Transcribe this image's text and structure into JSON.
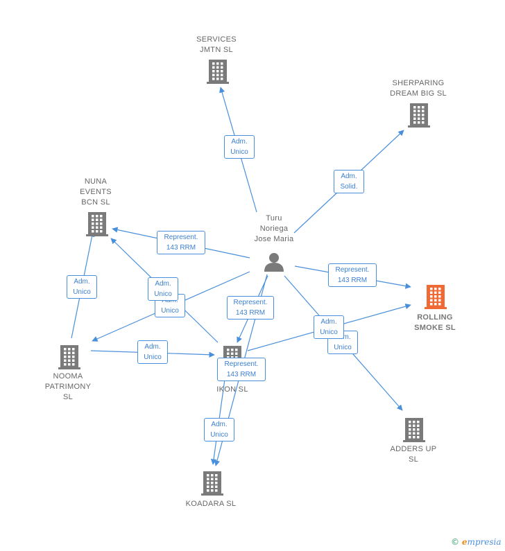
{
  "colors": {
    "edge": "#4a8fdb",
    "building": "#7a7a7a",
    "highlight": "#f06a35",
    "person": "#7a7a7a"
  },
  "person": {
    "label": "Turu\nNoriega\nJose Maria",
    "icon": "person-icon"
  },
  "companies": [
    {
      "id": "services",
      "label": "SERVICES\nJMTN  SL",
      "icon": "building-icon"
    },
    {
      "id": "sherparing",
      "label": "SHERPARING\nDREAM BIG  SL",
      "icon": "building-icon"
    },
    {
      "id": "nuna",
      "label": "NUNA\nEVENTS\nBCN  SL",
      "icon": "building-icon"
    },
    {
      "id": "rolling",
      "label": "ROLLING\nSMOKE  SL",
      "icon": "building-icon",
      "highlight": true
    },
    {
      "id": "nooma",
      "label": "NOOMA\nPATRIMONY\nSL",
      "icon": "building-icon"
    },
    {
      "id": "ikon",
      "label": "IKON  SL",
      "icon": "building-icon"
    },
    {
      "id": "adders",
      "label": "ADDERS UP\nSL",
      "icon": "building-icon"
    },
    {
      "id": "koadara",
      "label": "KOADARA  SL",
      "icon": "building-icon"
    }
  ],
  "relations": [
    {
      "from": "person",
      "to": "services",
      "label": "Adm.\nUnico"
    },
    {
      "from": "person",
      "to": "sherparing",
      "label": "Adm.\nSolid."
    },
    {
      "from": "person",
      "to": "nuna",
      "label": "Represent.\n143 RRM"
    },
    {
      "from": "person",
      "to": "rolling",
      "label": "Represent.\n143 RRM"
    },
    {
      "from": "person",
      "to": "ikon",
      "label": "Represent.\n143 RRM"
    },
    {
      "from": "person",
      "to": "adders",
      "label": "Adm.\nUnico"
    },
    {
      "from": "person",
      "to": "nooma",
      "label": "Adm.\nUnico"
    },
    {
      "from": "ikon",
      "to": "nuna",
      "label": "Adm.\nUnico"
    },
    {
      "from": "ikon",
      "to": "rolling",
      "label": "Adm.\nUnico"
    },
    {
      "from": "nooma",
      "to": "nuna",
      "label": "Adm.\nUnico"
    },
    {
      "from": "nooma",
      "to": "ikon",
      "label": "Adm.\nUnico"
    },
    {
      "from": "ikon",
      "to": "koadara",
      "label": "Represent.\n143 RRM"
    },
    {
      "from": "person",
      "to": "koadara",
      "label": "Adm.\nUnico"
    }
  ],
  "footer": {
    "copyright": "©",
    "brand_first": "e",
    "brand_rest": "mpresia"
  }
}
